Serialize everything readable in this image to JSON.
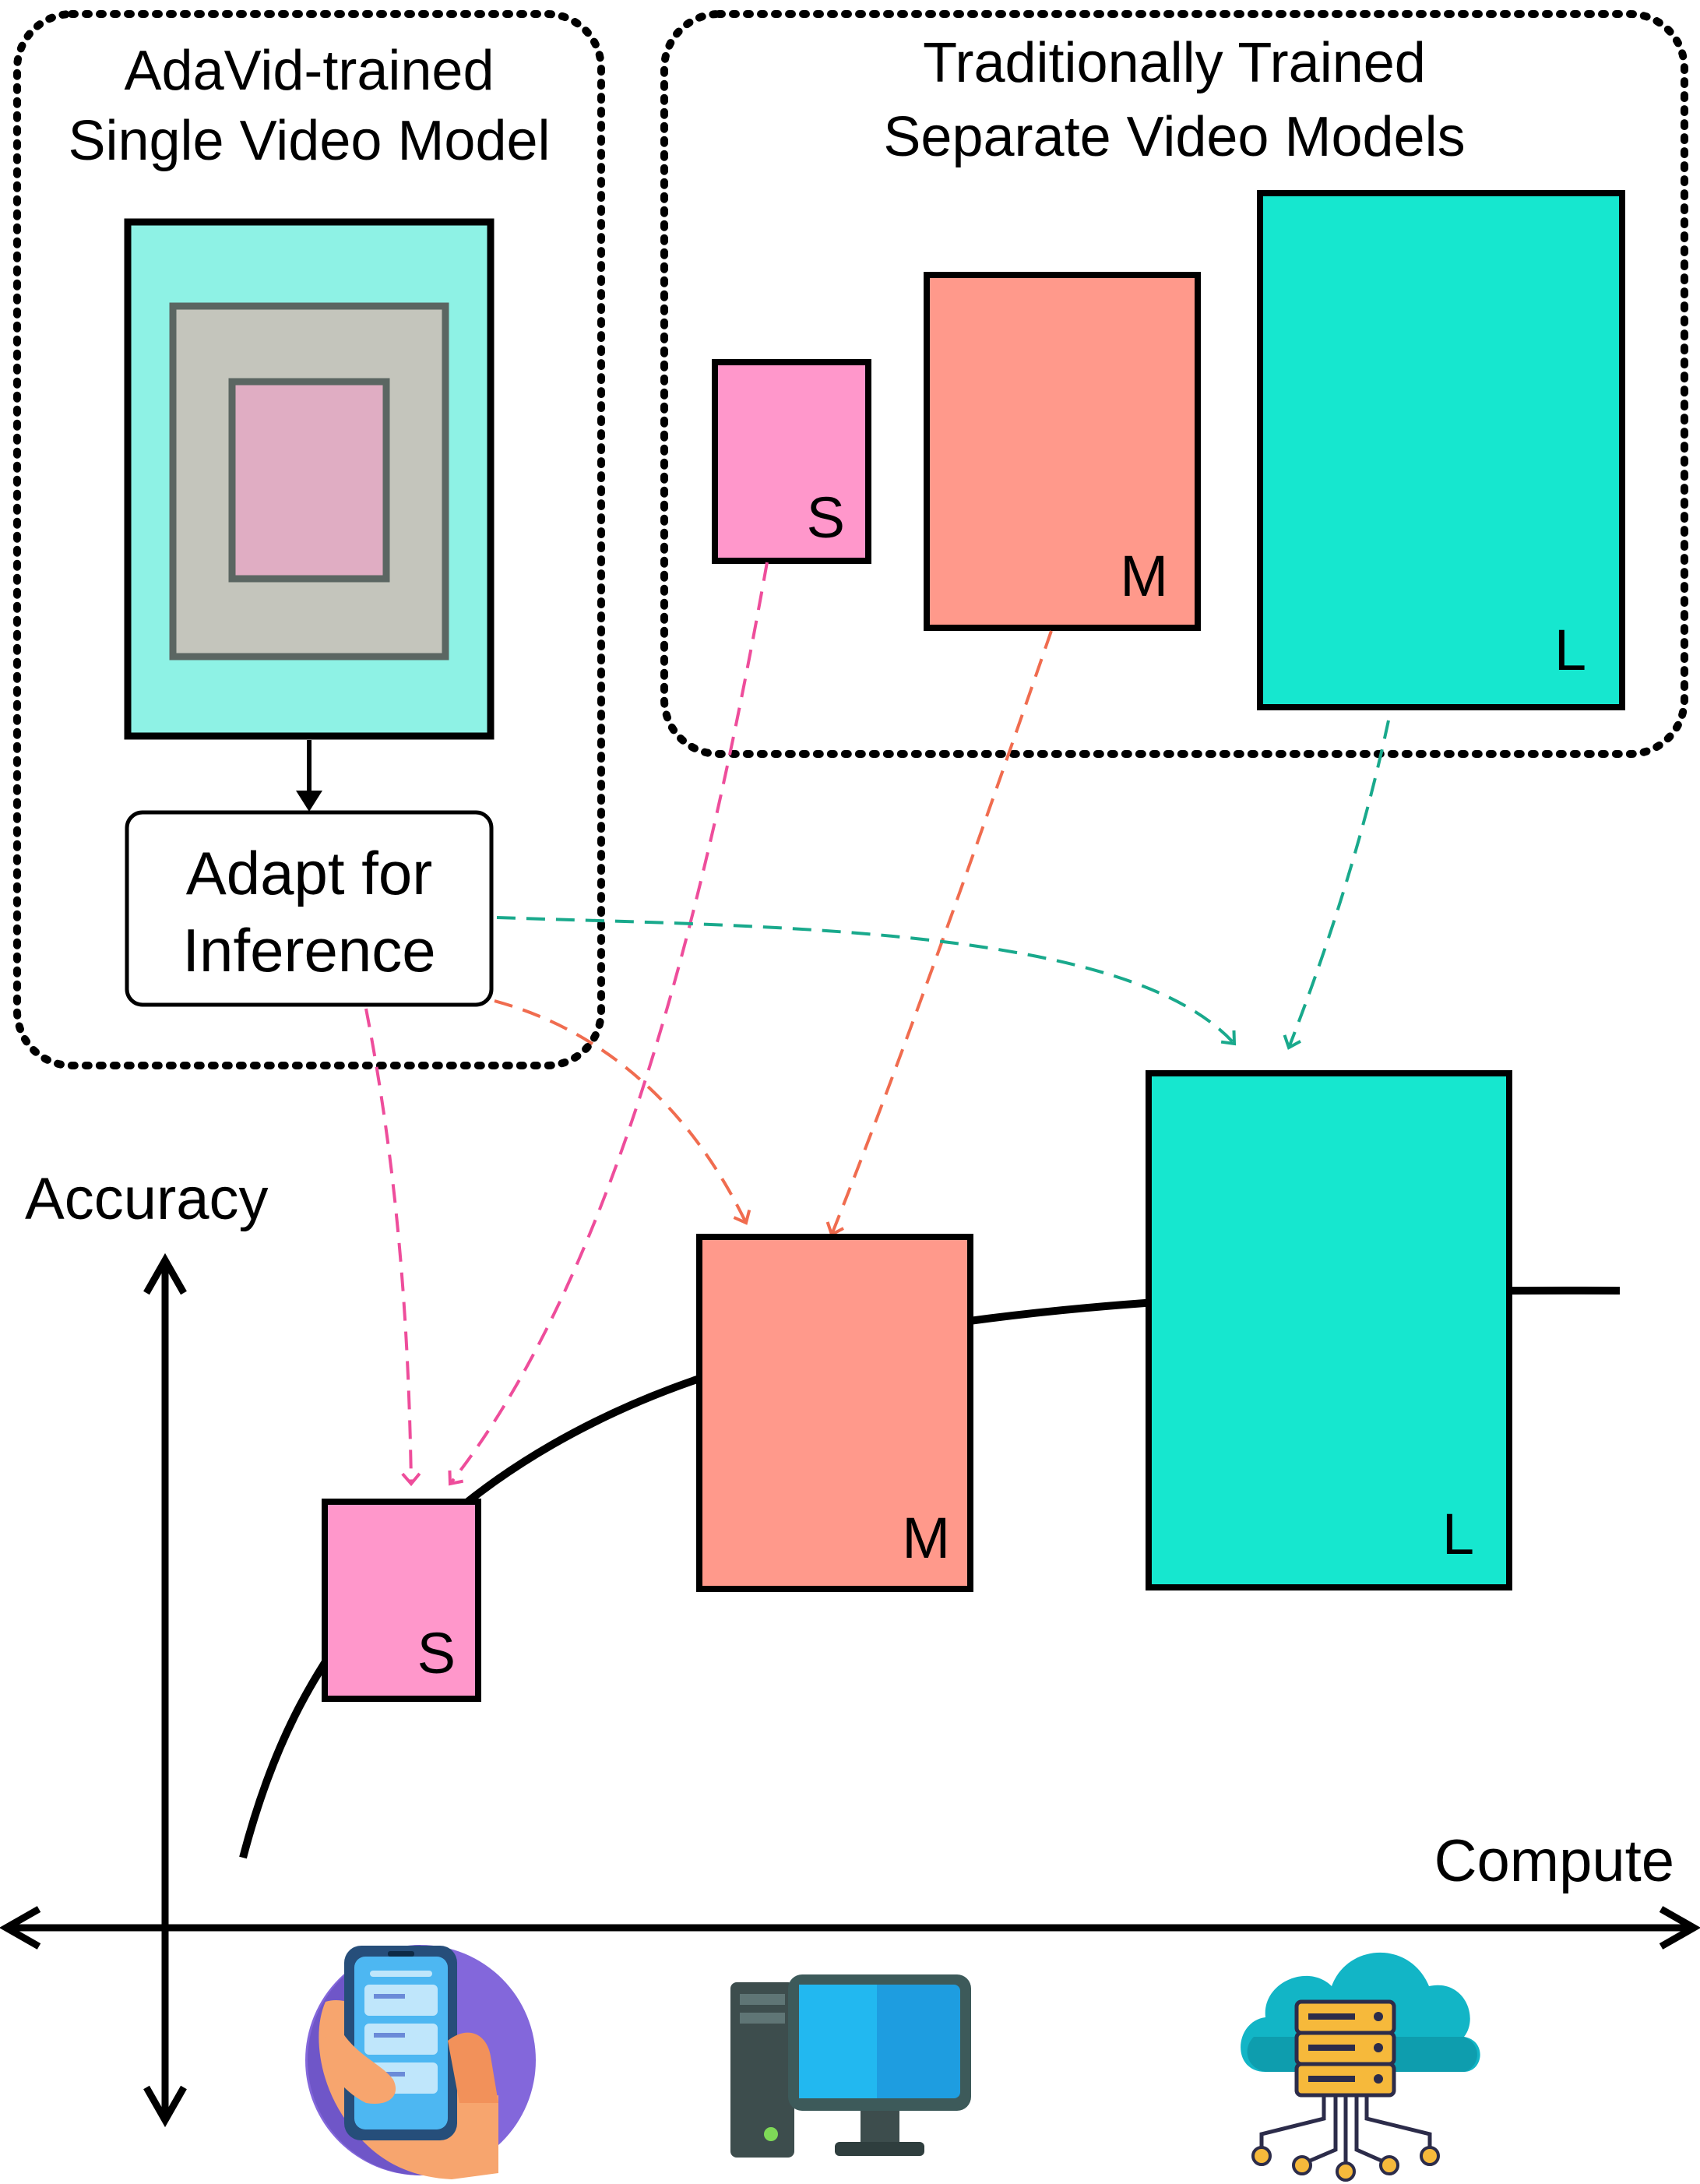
{
  "adavid_panel": {
    "title_line1": "AdaVid-trained",
    "title_line2": "Single Video Model",
    "adapt_line1": "Adapt for",
    "adapt_line2": "Inference"
  },
  "traditional_panel": {
    "title_line1": "Traditionally Trained",
    "title_line2": "Separate Video Models",
    "models": [
      {
        "label": "S"
      },
      {
        "label": "M"
      },
      {
        "label": "L"
      }
    ]
  },
  "plot": {
    "y_label": "Accuracy",
    "x_label": "Compute",
    "models": [
      {
        "label": "S"
      },
      {
        "label": "M"
      },
      {
        "label": "L"
      }
    ]
  },
  "devices": [
    {
      "icon": "smartphone-icon"
    },
    {
      "icon": "desktop-computer-icon"
    },
    {
      "icon": "cloud-server-icon"
    }
  ],
  "colors": {
    "small": "#FF97CB",
    "medium": "#FF998B",
    "large": "#16E7CF",
    "adavid_outer": "#8EF2E5",
    "adavid_middle": "#C4C5BC",
    "adavid_inner": "#E0ADC3",
    "arrow_pink": "#EE4D9B",
    "arrow_orange": "#F06C4F",
    "arrow_teal": "#19A98C"
  }
}
